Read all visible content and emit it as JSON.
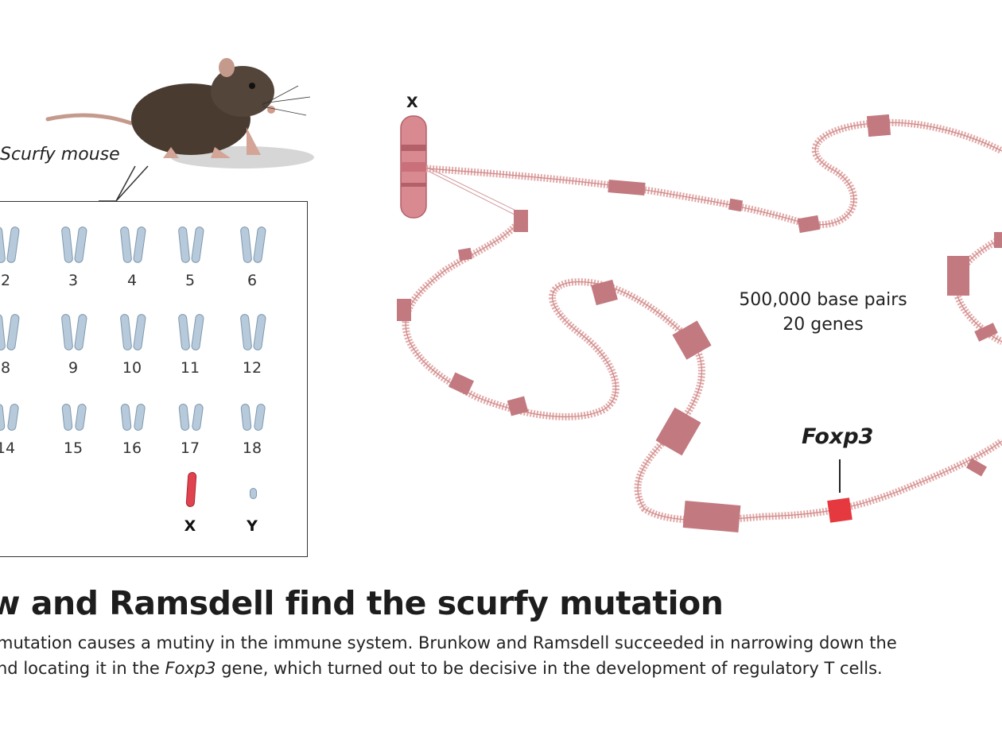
{
  "mouse": {
    "label": "Scurfy mouse"
  },
  "karyotype": {
    "rows": [
      [
        "2",
        "3",
        "4",
        "5",
        "6"
      ],
      [
        "8",
        "9",
        "10",
        "11",
        "12"
      ],
      [
        "14",
        "15",
        "16",
        "17",
        "18"
      ]
    ],
    "sex": [
      "X",
      "Y"
    ],
    "highlight_color": "#e0434f",
    "chromosome_color": "#b7cadb"
  },
  "chromosome_x": {
    "label": "X"
  },
  "dna": {
    "info_line1": "500,000 base pairs",
    "info_line2": "20 genes",
    "gene_label": "Foxp3",
    "gene_color": "#c27a80",
    "highlight_color": "#e5393f"
  },
  "heading": "ow and Ramsdell find the scurfy mutation",
  "body": {
    "line1": "mutation causes a mutiny in the immune system. Brunkow and Ramsdell succeeded in narrowing down the",
    "line2_pre": "nd locating it in the ",
    "line2_em": "Foxp3",
    "line2_post": " gene, which turned out to be decisive in the development of regulatory T cells."
  }
}
